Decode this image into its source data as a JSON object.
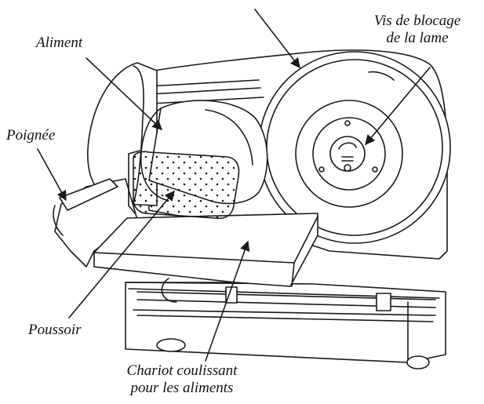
{
  "labels": {
    "aliment": "Aliment",
    "poignee": "Poignée",
    "vis_line1": "Vis de blocage",
    "vis_line2": "de la lame",
    "poussoir": "Poussoir",
    "chariot_line1": "Chariot coulissant",
    "chariot_line2": "pour les aliments"
  },
  "colors": {
    "ink": "#1a1a1a",
    "paper": "#ffffff"
  }
}
